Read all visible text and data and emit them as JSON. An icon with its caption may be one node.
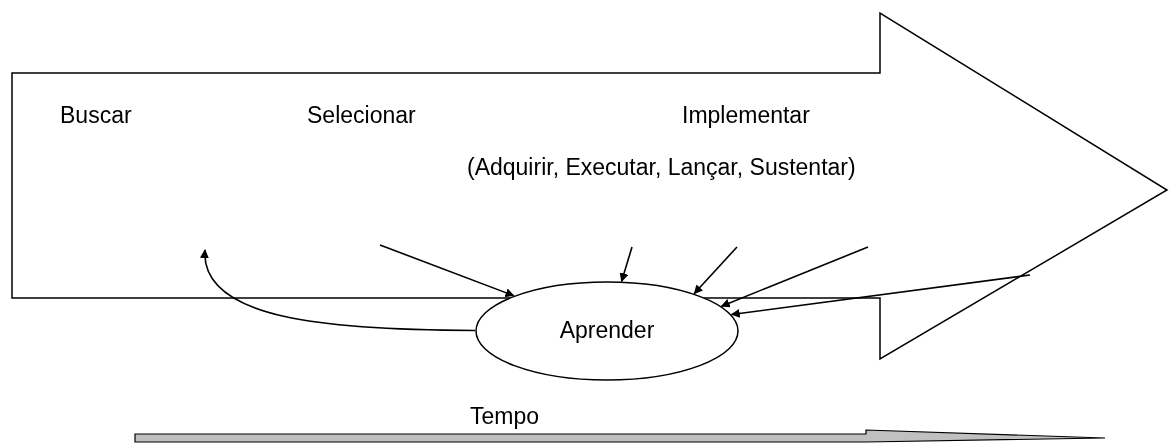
{
  "diagram": {
    "nodes": [
      {
        "text": [
          "Buscar",
          "Selecionar",
          "Implementar",
          "(Adquirir, Executar, Lançar, Sustentar)"
        ]
      },
      {
        "text": [
          "Aprender"
        ]
      }
    ],
    "edges": [
      {
        "from": 0,
        "to": 1,
        "arrow": "to"
      },
      {
        "from": 0,
        "to": 1,
        "arrow": "to"
      },
      {
        "from": 0,
        "to": 1,
        "arrow": "to"
      },
      {
        "from": 0,
        "to": 1,
        "arrow": "to"
      },
      {
        "from": 0,
        "to": 1,
        "arrow": "to"
      },
      {
        "from": 1,
        "to": 0,
        "arrow": "to"
      }
    ],
    "labels": [
      "Tempo"
    ]
  }
}
